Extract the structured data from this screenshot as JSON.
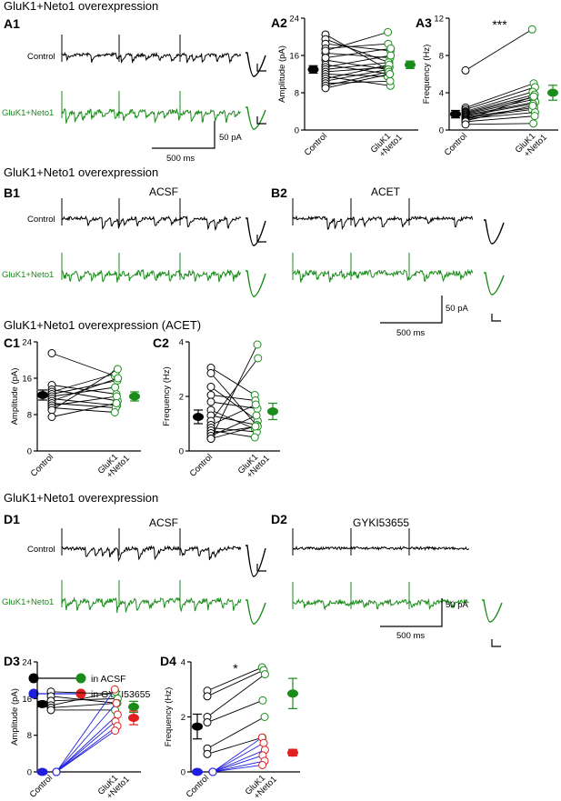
{
  "colors": {
    "control": "#000000",
    "gluk": "#1a8c1a",
    "blue": "#1f1fe0",
    "red": "#e02020"
  },
  "sections": {
    "A": "GluK1+Neto1 overexpression",
    "B": "GluK1+Neto1 overexpression",
    "C": "GluK1+Neto1 overexpression (ACET)",
    "D": "GluK1+Neto1 overexpression"
  },
  "panels": {
    "A1": "A1",
    "A2": "A2",
    "A3": "A3",
    "B1": "B1",
    "B2": "B2",
    "C1": "C1",
    "C2": "C2",
    "D1": "D1",
    "D2": "D2",
    "D3": "D3",
    "D4": "D4"
  },
  "trace_labels": {
    "control": "Control",
    "gluk": "GluK1+Neto1"
  },
  "conditions": {
    "acsf": "ACSF",
    "acet": "ACET",
    "gyki": "GYKI53655"
  },
  "scalebars": {
    "current": "50 pA",
    "time": "500 ms"
  },
  "axis_text": {
    "amp": "Amplitude (pA)",
    "freq": "Frequency  (Hz)",
    "cat_control": "Control",
    "cat_gluk_1": "GluK1",
    "cat_gluk_2": "+Neto1"
  },
  "legend_d3": {
    "acsf": "in ACSF",
    "gyki": "in GYKI53655"
  },
  "chart_data": [
    {
      "id": "A2",
      "type": "scatter",
      "ylabel": "Amplitude (pA)",
      "categories": [
        "Control",
        "GluK1+Neto1"
      ],
      "ylim": [
        0,
        24
      ],
      "yticks": [
        0,
        8,
        16,
        24
      ],
      "paired": [
        [
          20.5,
          13
        ],
        [
          19.5,
          14.5
        ],
        [
          18.5,
          17
        ],
        [
          17.5,
          18.5
        ],
        [
          16.5,
          15.5
        ],
        [
          15,
          13
        ],
        [
          14,
          12
        ],
        [
          13.5,
          16
        ],
        [
          13,
          14.5
        ],
        [
          12.5,
          13.5
        ],
        [
          12,
          11.5
        ],
        [
          11.5,
          9.5
        ],
        [
          11,
          14
        ],
        [
          10.5,
          13
        ],
        [
          10,
          10.5
        ],
        [
          9.5,
          12.5
        ],
        [
          9,
          12
        ],
        [
          17,
          21
        ],
        [
          15.5,
          17.5
        ]
      ],
      "mean_control": 13,
      "sem_control": 0.8,
      "mean_gluk": 14,
      "sem_gluk": 0.8
    },
    {
      "id": "A3",
      "type": "scatter",
      "ylabel": "Frequency  (Hz)",
      "categories": [
        "Control",
        "GluK1+Neto1"
      ],
      "ylim": [
        0,
        12
      ],
      "yticks": [
        0,
        4,
        8,
        12
      ],
      "annotation": "***",
      "paired": [
        [
          6.4,
          10.8
        ],
        [
          2.4,
          5
        ],
        [
          2.2,
          4.6
        ],
        [
          2,
          4.1
        ],
        [
          1.9,
          3.8
        ],
        [
          1.8,
          3.5
        ],
        [
          1.7,
          3.3
        ],
        [
          1.6,
          3
        ],
        [
          1.5,
          2.8
        ],
        [
          1.4,
          2.4
        ],
        [
          1.3,
          2.2
        ],
        [
          1.2,
          1.9
        ],
        [
          1.1,
          3.6
        ],
        [
          1,
          2.6
        ],
        [
          0.9,
          1.5
        ],
        [
          0.6,
          0.7
        ]
      ],
      "mean_control": 1.7,
      "sem_control": 0.4,
      "mean_gluk": 4,
      "sem_gluk": 0.8
    },
    {
      "id": "C1",
      "type": "scatter",
      "ylabel": "Amplitude (pA)",
      "categories": [
        "Control",
        "GluK1+Neto1"
      ],
      "ylim": [
        0,
        24
      ],
      "yticks": [
        0,
        8,
        16,
        24
      ],
      "paired": [
        [
          21.5,
          16.5
        ],
        [
          14.5,
          12.5
        ],
        [
          13.5,
          11
        ],
        [
          13,
          17
        ],
        [
          12.5,
          15.5
        ],
        [
          12,
          14
        ],
        [
          11.5,
          10
        ],
        [
          11,
          16
        ],
        [
          10.5,
          9.5
        ],
        [
          10,
          12
        ],
        [
          9.5,
          8.5
        ],
        [
          9,
          18
        ],
        [
          7.5,
          10.5
        ]
      ],
      "mean_control": 12.3,
      "sem_control": 1.1,
      "mean_gluk": 12,
      "sem_gluk": 1
    },
    {
      "id": "C2",
      "type": "scatter",
      "ylabel": "Frequency  (Hz)",
      "categories": [
        "Control",
        "GluK1+Neto1"
      ],
      "ylim": [
        0,
        4
      ],
      "yticks": [
        0,
        2,
        4
      ],
      "paired": [
        [
          3.05,
          2.05
        ],
        [
          2.85,
          0.95
        ],
        [
          2.35,
          1.1
        ],
        [
          2.05,
          1.85
        ],
        [
          1.8,
          1.55
        ],
        [
          1.5,
          0.8
        ],
        [
          1.3,
          0.95
        ],
        [
          1.1,
          3.4
        ],
        [
          0.95,
          1.7
        ],
        [
          0.85,
          0.7
        ],
        [
          0.75,
          0.5
        ],
        [
          0.65,
          0.9
        ],
        [
          0.55,
          1.3
        ],
        [
          0.45,
          0.9
        ],
        [
          0.45,
          3.9
        ]
      ],
      "mean_control": 1.25,
      "sem_control": 0.25,
      "mean_gluk": 1.45,
      "sem_gluk": 0.3
    },
    {
      "id": "D3",
      "type": "scatter",
      "ylabel": "Amplitude (pA)",
      "categories": [
        "Control",
        "GluK1+Neto1"
      ],
      "ylim": [
        0,
        24
      ],
      "yticks": [
        0,
        8,
        16,
        24
      ],
      "series": [
        {
          "name": "in ACSF",
          "paired": [
            [
              17.5,
              17
            ],
            [
              16.5,
              15
            ],
            [
              15.5,
              16
            ],
            [
              14.5,
              17.5
            ],
            [
              14,
              15
            ],
            [
              13.5,
              13.5
            ]
          ],
          "mean_control": 14.8,
          "sem_control": 0.6,
          "mean_gluk": 14.2,
          "sem_gluk": 1.2
        },
        {
          "name": "in GYKI53655",
          "paired": [
            [
              0,
              18
            ],
            [
              0,
              15
            ],
            [
              0,
              12.5
            ],
            [
              0,
              11
            ],
            [
              0,
              10
            ],
            [
              0,
              9
            ]
          ],
          "mean_control": 0,
          "sem_control": 0,
          "mean_gluk": 11.8,
          "sem_gluk": 1.5
        }
      ]
    },
    {
      "id": "D4",
      "type": "scatter",
      "ylabel": "Frequency  (Hz)",
      "categories": [
        "Control",
        "GluK1+Neto1"
      ],
      "ylim": [
        0,
        4
      ],
      "yticks": [
        0,
        2,
        4
      ],
      "annotation": "*",
      "series": [
        {
          "name": "in ACSF",
          "paired": [
            [
              2.95,
              3.8
            ],
            [
              2.75,
              3.7
            ],
            [
              2.0,
              3.55
            ],
            [
              1.8,
              2.6
            ],
            [
              0.85,
              2.0
            ],
            [
              0.65,
              1.25
            ]
          ],
          "mean_control": 1.65,
          "sem_control": 0.45,
          "mean_gluk": 2.85,
          "sem_gluk": 0.55
        },
        {
          "name": "in GYKI53655",
          "paired": [
            [
              0,
              1.25
            ],
            [
              0,
              1.05
            ],
            [
              0,
              0.8
            ],
            [
              0,
              0.6
            ],
            [
              0,
              0.4
            ],
            [
              0,
              0.25
            ]
          ],
          "mean_control": 0,
          "sem_control": 0,
          "mean_gluk": 0.7,
          "sem_gluk": 0.12
        }
      ]
    }
  ]
}
